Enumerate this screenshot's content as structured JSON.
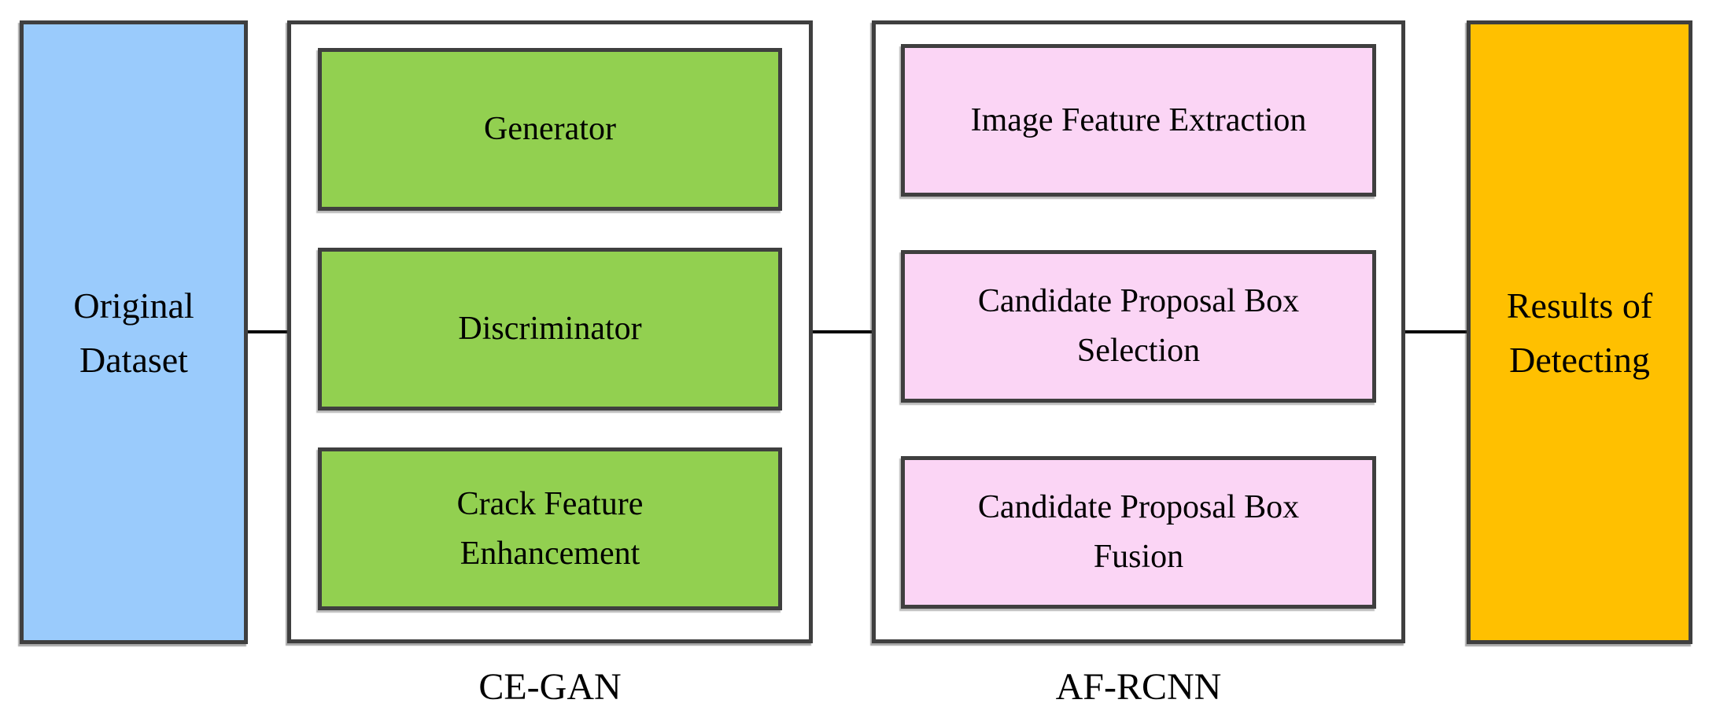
{
  "colors": {
    "background": "#FFFFFF",
    "border": "#3F3F3F",
    "connector": "#000000",
    "blue": "#9ACBFC",
    "green": "#92D050",
    "pink": "#FBD5F5",
    "orange": "#FFC000"
  },
  "nodes": {
    "original": {
      "label": "Original Dataset"
    },
    "results": {
      "label": "Results of Detecting"
    }
  },
  "groups": {
    "ce_gan": {
      "caption": "CE-GAN",
      "items": [
        {
          "label": "Generator"
        },
        {
          "label": "Discriminator"
        },
        {
          "label": "Crack Feature Enhancement"
        }
      ]
    },
    "af_rcnn": {
      "caption": "AF-RCNN",
      "items": [
        {
          "label": "Image Feature Extraction"
        },
        {
          "label": "Candidate Proposal Box Selection"
        },
        {
          "label": "Candidate Proposal Box Fusion"
        }
      ]
    }
  }
}
